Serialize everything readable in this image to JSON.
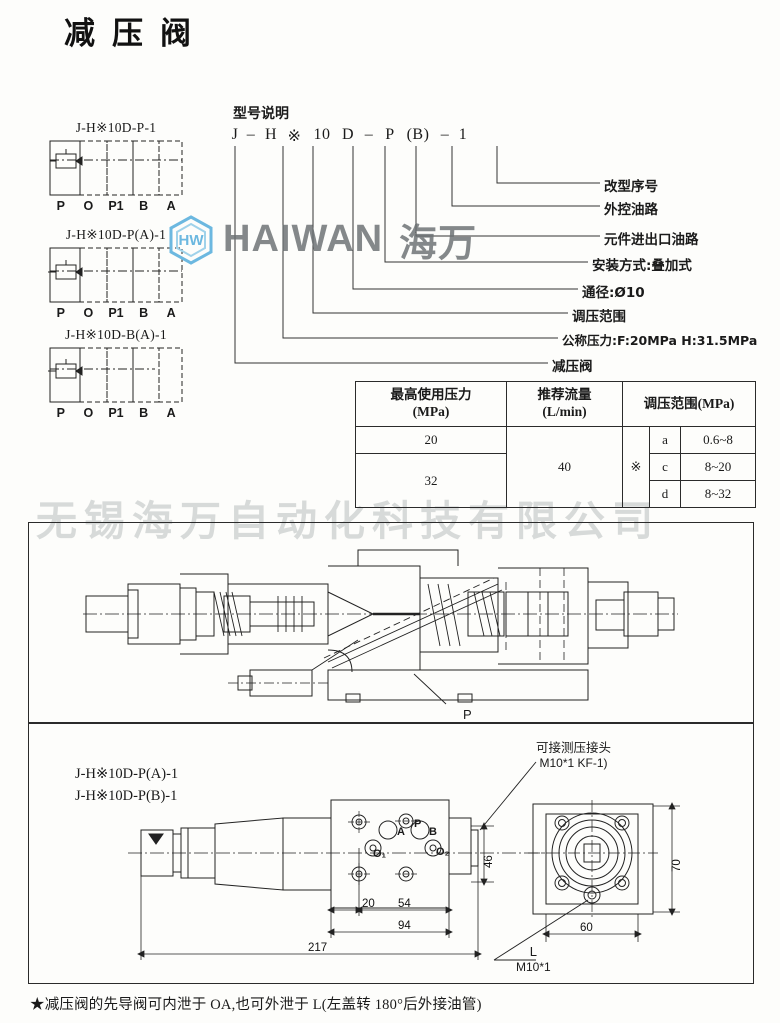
{
  "document": {
    "title": "减压阀",
    "footnote": "★减压阀的先导阀可内泄于 OA,也可外泄于 L(左盖转 180°后外接油管)"
  },
  "watermark": {
    "company": "无锡海万自动化科技有限公司",
    "brand_latin": "HAIWAN",
    "brand_cn": "海万",
    "logo_icon": "hw-hexagon-logo",
    "logo_color": "#6cb8e0"
  },
  "symbols": {
    "section_items": [
      {
        "label": "J-H※10D-P-1",
        "ports": [
          "P",
          "O",
          "P1",
          "B",
          "A"
        ]
      },
      {
        "label": "J-H※10D-P(A)-1",
        "ports": [
          "P",
          "O",
          "P1",
          "B",
          "A"
        ]
      },
      {
        "label": "J-H※10D-B(A)-1",
        "ports": [
          "P",
          "O",
          "P1",
          "B",
          "A"
        ]
      }
    ]
  },
  "model_code": {
    "title": "型号说明",
    "segments": [
      "J",
      "–",
      "H",
      "※",
      "10",
      "D",
      "–",
      "P",
      "(B)",
      "–",
      "1"
    ],
    "legend": [
      {
        "text": "改型序号"
      },
      {
        "text": "外控油路"
      },
      {
        "text": "元件进出口油路"
      },
      {
        "text": "安装方式:叠加式"
      },
      {
        "text": "通径:Ø10"
      },
      {
        "text": "调压范围"
      },
      {
        "text": "公称压力:F:20MPa   H:31.5MPa"
      },
      {
        "text": "减压阀"
      }
    ]
  },
  "spec_table": {
    "headers": [
      "最高使用压力\n(MPa)",
      "推荐流量\n(L/min)",
      "调压范围(MPa)"
    ],
    "header_pressure_l1": "最高使用压力",
    "header_pressure_l2": "(MPa)",
    "header_flow_l1": "推荐流量",
    "header_flow_l2": "(L/min)",
    "header_range": "调压范围(MPa)",
    "max_pressure": [
      "20",
      "32"
    ],
    "recommended_flow": "40",
    "range_marker": "※",
    "ranges": [
      {
        "code": "a",
        "value": "0.6~8"
      },
      {
        "code": "c",
        "value": "8~20"
      },
      {
        "code": "d",
        "value": "8~32"
      }
    ]
  },
  "section_drawing": {
    "port_label_p": "P"
  },
  "dimension_drawing": {
    "models": [
      "J-H※10D-P(A)-1",
      "J-H※10D-P(B)-1"
    ],
    "annotation_gauge_l1": "可接测压接头",
    "annotation_gauge_l2": "M10*1 KF-1)",
    "annotation_l_port_l1": "L",
    "annotation_l_port_l2": "M10*1",
    "port_labels": [
      "P",
      "A",
      "B",
      "O₁",
      "O₂"
    ],
    "dimensions": {
      "d20": "20",
      "d54": "54",
      "d94": "94",
      "d217": "217",
      "d46": "46",
      "d60": "60",
      "d70": "70"
    }
  }
}
